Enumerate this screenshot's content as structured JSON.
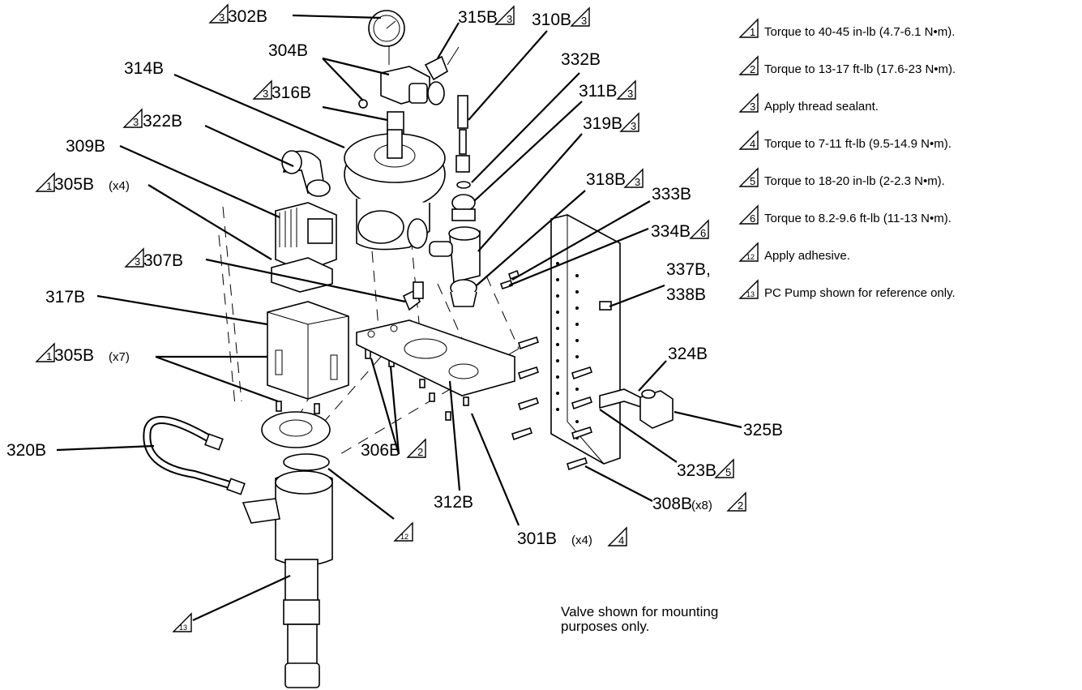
{
  "callouts": {
    "c302": "302B",
    "c304": "304B",
    "c315": "315B",
    "c310": "310B",
    "c332": "332B",
    "c311": "311B",
    "c319": "319B",
    "c318": "318B",
    "c314": "314B",
    "c316": "316B",
    "c322": "322B",
    "c309": "309B",
    "c305a": "305B",
    "c305a_qty": "(x4)",
    "c307": "307B",
    "c317": "317B",
    "c305b": "305B",
    "c305b_qty": "(x7)",
    "c320": "320B",
    "c306": "306B",
    "c312": "312B",
    "c301": "301B",
    "c301_qty": "(x4)",
    "c333": "333B",
    "c334": "334B",
    "c337_line1": "337B,",
    "c337_line2": "338B",
    "c324": "324B",
    "c325": "325B",
    "c323": "323B",
    "c308": "308B",
    "c308_qty": "(x8)"
  },
  "flags": {
    "f1": "1",
    "f2": "2",
    "f3": "3",
    "f4": "4",
    "f5": "5",
    "f6": "6",
    "f12": "12",
    "f13": "13"
  },
  "legend": [
    {
      "num": "1",
      "text": "Torque to 40-45 in-lb (4.7-6.1 N•m)."
    },
    {
      "num": "2",
      "text": "Torque to 13-17 ft-lb (17.6-23 N•m)."
    },
    {
      "num": "3",
      "text": "Apply thread sealant."
    },
    {
      "num": "4",
      "text": "Torque to 7-11 ft-lb (9.5-14.9 N•m)."
    },
    {
      "num": "5",
      "text": "Torque to 18-20 in-lb (2-2.3 N•m)."
    },
    {
      "num": "6",
      "text": "Torque to 8.2-9.6 ft-lb (11-13 N•m)."
    },
    {
      "num": "12",
      "text": "Apply adhesive."
    },
    {
      "num": "13",
      "text": "PC Pump shown for reference only."
    }
  ],
  "note": {
    "line1": "Valve shown for mounting",
    "line2": "purposes only."
  }
}
